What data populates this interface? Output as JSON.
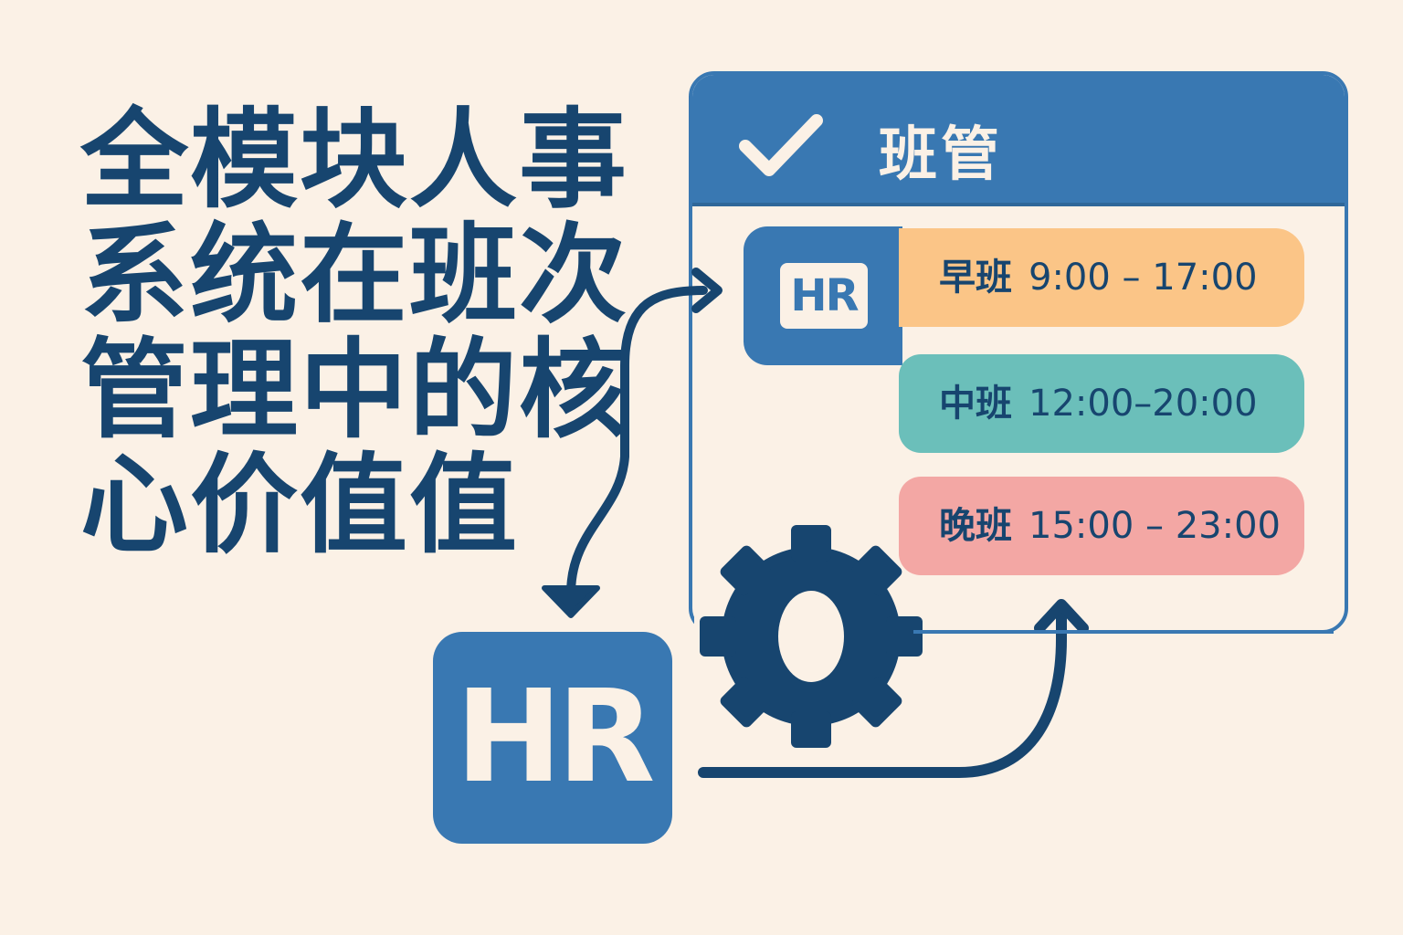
{
  "headline": {
    "lines": [
      "全模块人事",
      "系统在班次",
      "管理中的核",
      "心价值值"
    ]
  },
  "panel": {
    "title": "班管",
    "header_icon": "check-icon",
    "hr_badge": "HR",
    "shifts": [
      {
        "name": "早班",
        "time": "9:00 – 17:00",
        "color": "#fbc587"
      },
      {
        "name": "中班",
        "time": "12:00–20:00",
        "color": "#6bbfba"
      },
      {
        "name": "晚班",
        "time": "15:00 – 23:00",
        "color": "#f3a7a4"
      }
    ]
  },
  "hr_box": {
    "label": "HR"
  },
  "icons": [
    "gear-icon",
    "curved-arrow-icon",
    "check-icon"
  ],
  "colors": {
    "background": "#fbf1e6",
    "primary_blue": "#3978b2",
    "dark_navy": "#17456f",
    "morning": "#fbc587",
    "midday": "#6bbfba",
    "evening": "#f3a7a4"
  }
}
